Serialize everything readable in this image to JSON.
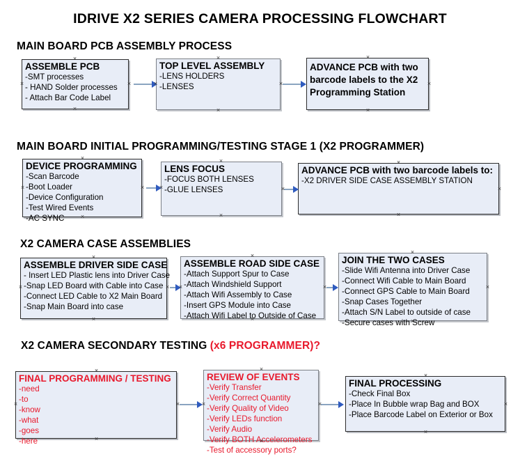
{
  "document": {
    "title": "IDRIVE X2  SERIES CAMERA PROCESSING FLOWCHART"
  },
  "sections": [
    {
      "heading": "MAIN BOARD PCB ASSEMBLY PROCESS",
      "heading_accent": "",
      "boxes": [
        {
          "title": "ASSEMBLE PCB",
          "lines": [
            "-SMT processes",
            "- HAND Solder processes",
            "- Attach Bar Code Label"
          ]
        },
        {
          "title": "TOP LEVEL ASSEMBLY",
          "lines": [
            "-LENS HOLDERS",
            "-LENSES"
          ]
        },
        {
          "title": "ADVANCE PCB with two barcode labels to the  X2 Programming Station",
          "lines": []
        }
      ]
    },
    {
      "heading": "MAIN BOARD INITIAL PROGRAMMING/TESTING STAGE 1 (X2 PROGRAMMER)",
      "heading_accent": "",
      "boxes": [
        {
          "title": "DEVICE PROGRAMMING",
          "lines": [
            "-Scan Barcode",
            "-Boot Loader",
            "-Device Configuration",
            "-Test Wired Events",
            "-AC SYNC"
          ]
        },
        {
          "title": "LENS FOCUS",
          "lines": [
            "-FOCUS BOTH LENSES",
            "-GLUE LENSES"
          ]
        },
        {
          "title": "ADVANCE PCB with two barcode labels to:",
          "lines": [
            "-X2 DRIVER  SIDE  CASE  ASSEMBLY STATION"
          ]
        }
      ]
    },
    {
      "heading": "X2 CAMERA CASE ASSEMBLIES",
      "heading_accent": "",
      "boxes": [
        {
          "title": "ASSEMBLE DRIVER SIDE CASE",
          "lines": [
            "- Insert LED Plastic lens into Driver Case",
            "-Snap LED Board with Cable into Case",
            "-Connect LED Cable to X2 Main Board",
            "-Snap Main Board into case"
          ]
        },
        {
          "title": "ASSEMBLE ROAD SIDE CASE",
          "lines": [
            "-Attach Support Spur to Case",
            "-Attach Windshield Support",
            "-Attach Wifi Assembly to Case",
            "-Insert GPS Module into Case",
            "-Attach Wifi Label to Outside of Case"
          ]
        },
        {
          "title": "JOIN THE TWO CASES",
          "lines": [
            "-Slide Wifi Antenna into Driver Case",
            "-Connect Wifi Cable to Main Board",
            "-Connect GPS Cable to Main Board",
            "-Snap Cases Together",
            "-Attach S/N Label to outside of case",
            "-Secure cases with Screw"
          ]
        }
      ]
    },
    {
      "heading": "X2 CAMERA SECONDARY TESTING ",
      "heading_accent": "(x6 PROGRAMMER)?",
      "boxes": [
        {
          "title": "FINAL PROGRAMMING / TESTING",
          "lines": [
            "-need",
            "-to",
            "-know",
            "-what",
            "-goes",
            "-here"
          ]
        },
        {
          "title": "REVIEW OF EVENTS",
          "lines": [
            "-Verify Transfer",
            "-Verify Correct Quantity",
            "-Verify Quality of Video",
            "-Verify LEDs function",
            "-Verify Audio",
            "-Verify BOTH Accelerometers",
            "-Test of accessory ports?"
          ]
        },
        {
          "title": "FINAL PROCESSING",
          "lines": [
            " -Check Final Box",
            "-Place In Bubble wrap Bag and BOX",
            "-Place Barcode Label on Exterior or Box"
          ]
        }
      ]
    }
  ],
  "colors": {
    "box_fill": "#e8edf7",
    "box_border": "#2b2b2b",
    "connector": "#8aa4c0",
    "arrow": "#2f5bbf",
    "accent_red": "#e8192c",
    "text": "#000000"
  }
}
